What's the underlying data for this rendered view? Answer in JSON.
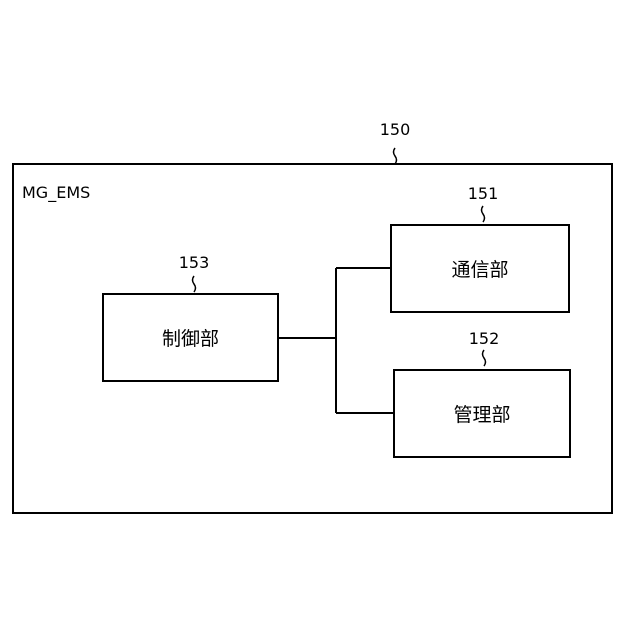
{
  "diagram": {
    "outer": {
      "ref": "150",
      "label": "MG_EMS"
    },
    "blocks": {
      "communication": {
        "ref": "151",
        "label": "通信部"
      },
      "management": {
        "ref": "152",
        "label": "管理部"
      },
      "control": {
        "ref": "153",
        "label": "制御部"
      }
    }
  }
}
